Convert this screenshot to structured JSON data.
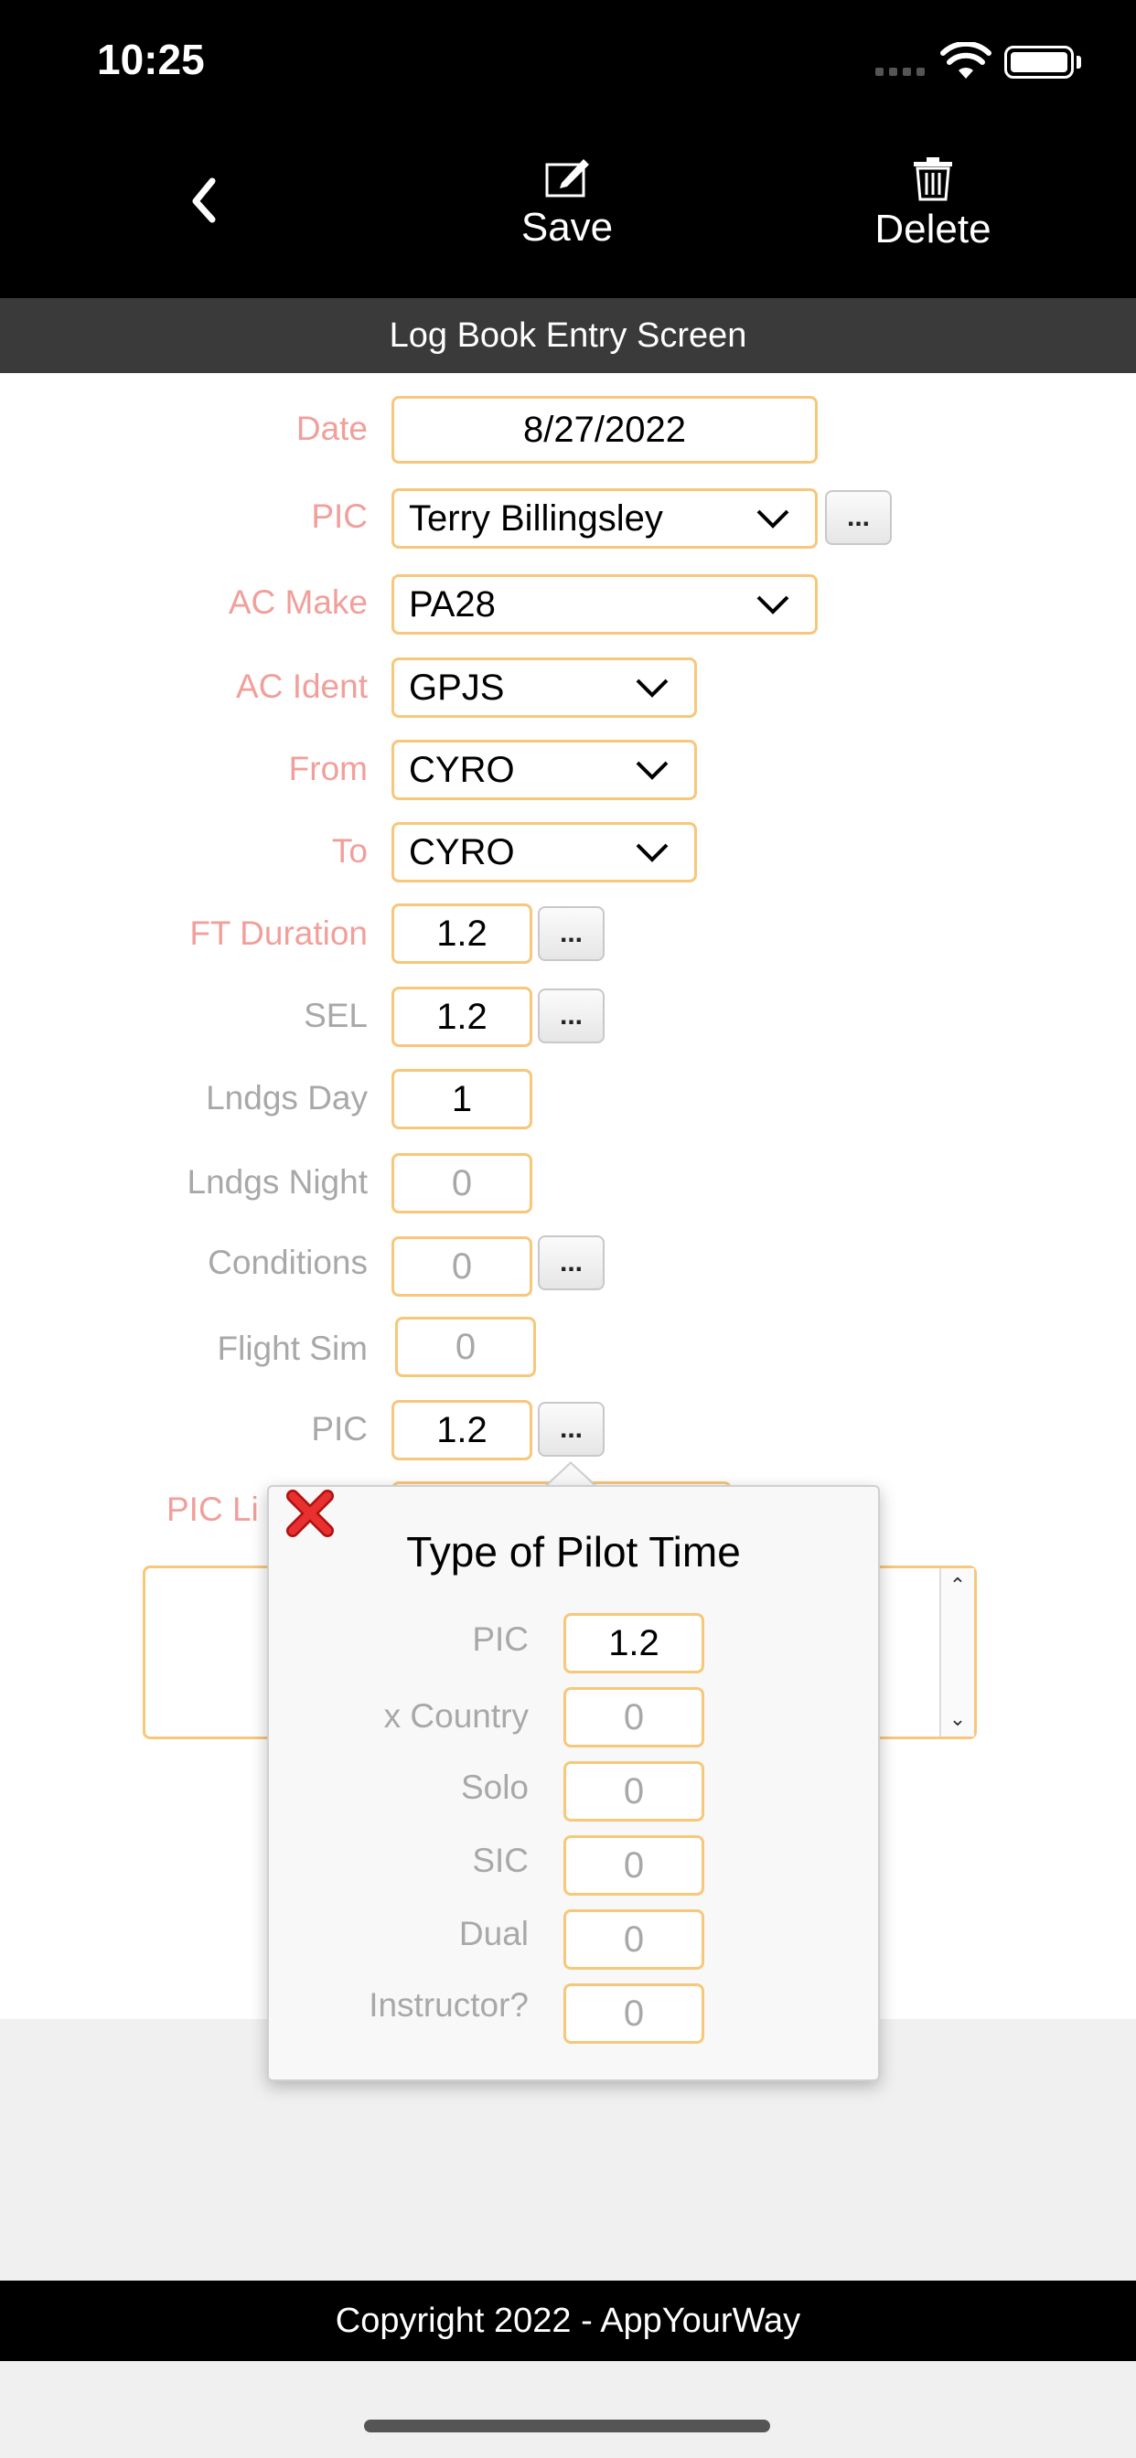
{
  "status_bar": {
    "time": "10:25"
  },
  "nav": {
    "save_label": "Save",
    "delete_label": "Delete"
  },
  "screen_title": "Log Book Entry Screen",
  "form": {
    "date": {
      "label": "Date",
      "value": "8/27/2022"
    },
    "pic": {
      "label": "PIC",
      "value": "Terry Billingsley",
      "more": "..."
    },
    "ac_make": {
      "label": "AC Make",
      "value": "PA28"
    },
    "ac_ident": {
      "label": "AC Ident",
      "value": "GPJS"
    },
    "from": {
      "label": "From",
      "value": "CYRO"
    },
    "to": {
      "label": "To",
      "value": "CYRO"
    },
    "ft_duration": {
      "label": "FT Duration",
      "value": "1.2",
      "more": "..."
    },
    "sel": {
      "label": "SEL",
      "value": "1.2",
      "more": "..."
    },
    "lndgs_day": {
      "label": "Lndgs Day",
      "value": "1"
    },
    "lndgs_night": {
      "label": "Lndgs Night",
      "value": "0"
    },
    "conditions": {
      "label": "Conditions",
      "value": "0",
      "more": "..."
    },
    "flight_sim": {
      "label": "Flight Sim",
      "value": "0"
    },
    "pic_time": {
      "label": "PIC",
      "value": "1.2",
      "more": "..."
    },
    "pic_license": {
      "label": "PIC Li"
    }
  },
  "popup": {
    "title": "Type of Pilot Time",
    "rows": [
      {
        "label": "PIC",
        "value": "1.2"
      },
      {
        "label": "x Country",
        "value": "0"
      },
      {
        "label": "Solo",
        "value": "0"
      },
      {
        "label": "SIC",
        "value": "0"
      },
      {
        "label": "Dual",
        "value": "0"
      },
      {
        "label": "Instructor?",
        "value": "0"
      }
    ]
  },
  "footer": "Copyright 2022 - AppYourWay",
  "colors": {
    "required_label": "#f19f9a",
    "optional_label": "#a8a8a8",
    "field_border": "#f7c77a",
    "header_bg": "#000000",
    "title_bar_bg": "#3a3a3a"
  }
}
